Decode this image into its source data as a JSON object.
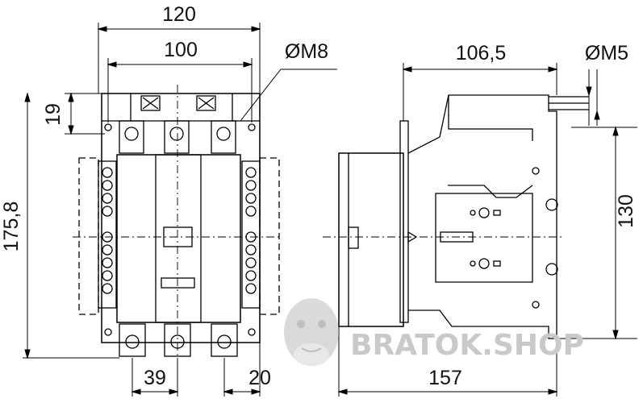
{
  "drawing": {
    "front_view": {
      "width_overall": "120",
      "width_mounting": "100",
      "hole_diameter": "ØM8",
      "top_offset": "19",
      "height_overall": "175,8",
      "terminal_pitch": "39",
      "edge_offset": "20"
    },
    "side_view": {
      "depth_upper": "106,5",
      "screw_diameter": "ØM5",
      "mounting_height": "130",
      "depth_overall": "157"
    }
  },
  "watermark": {
    "text": "BRATOK.SHOP",
    "logo": "gorilla-face-logo"
  }
}
